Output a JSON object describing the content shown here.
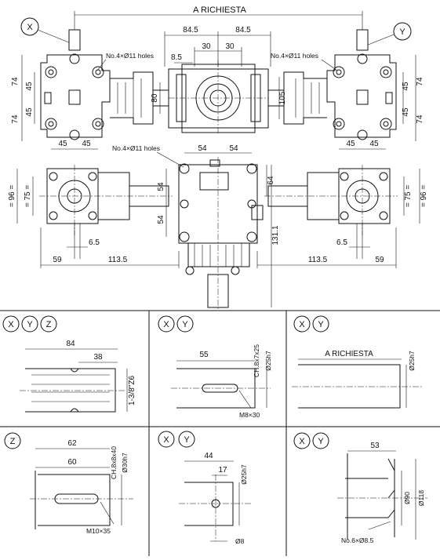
{
  "drawing": {
    "top": {
      "title": "A RICHIESTA",
      "view_labels": [
        "X",
        "Y"
      ],
      "holes_left": "No.4×Ø11 holes",
      "holes_right": "No.4×Ø11 holes",
      "holes_front": "No.4×Ø11 holes",
      "dim_84_5_left": "84.5",
      "dim_84_5_right": "84.5",
      "dim_30_left": "30",
      "dim_30_right": "30",
      "dim_8_5": "8.5",
      "dim_74": "74",
      "dim_45": "45",
      "dim_80": "80",
      "dim_105": "105",
      "dim_54": "54",
      "dim_64": "64",
      "dim_96": "= 96 =",
      "dim_75": "= 75 =",
      "dim_6_5": "6.5",
      "dim_59": "59",
      "dim_113_5": "113.5",
      "dim_131_1": "131.1"
    },
    "details": [
      {
        "labels": [
          "X",
          "Y",
          "Z"
        ],
        "dims": [
          "84",
          "38",
          "1-3/8\"Z6"
        ]
      },
      {
        "labels": [
          "X",
          "Y"
        ],
        "dims": [
          "55",
          "CH.8x7x25",
          "Ø25h7",
          "M8×30"
        ]
      },
      {
        "labels": [
          "X",
          "Y"
        ],
        "dims": [
          "A RICHIESTA",
          "Ø25h7"
        ]
      },
      {
        "labels": [
          "Z"
        ],
        "dims": [
          "62",
          "60",
          "CH.8x8x40",
          "Ø30h7",
          "M10×35"
        ]
      },
      {
        "labels": [
          "X",
          "Y"
        ],
        "dims": [
          "44",
          "17",
          "Ø25h7",
          "Ø8"
        ]
      },
      {
        "labels": [
          "X",
          "Y"
        ],
        "dims": [
          "53",
          "Ø90",
          "Ø118",
          "No.6×Ø8.5"
        ]
      }
    ]
  }
}
